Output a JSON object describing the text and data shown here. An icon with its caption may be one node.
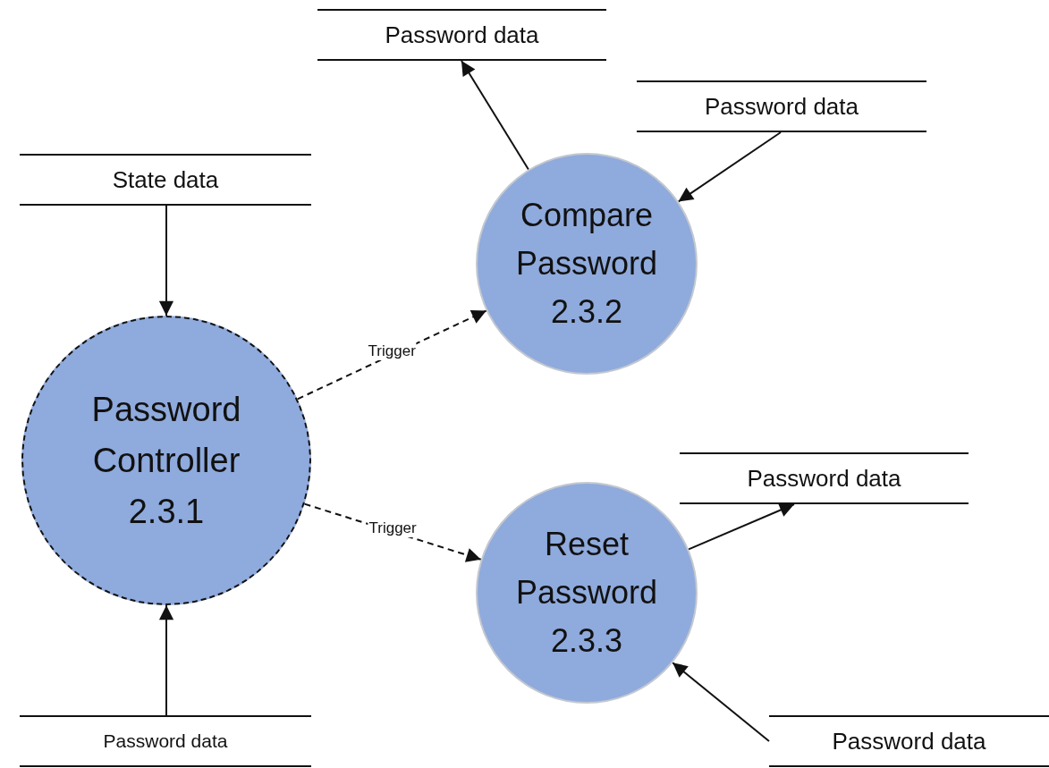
{
  "diagram": {
    "nodes": [
      {
        "text": [
          "State data"
        ]
      },
      {
        "text": [
          "Password Controller",
          "2.3.1"
        ]
      },
      {
        "text": [
          "Compare Password",
          "2.3.2"
        ]
      },
      {
        "text": [
          "Reset Password",
          "2.3.3"
        ]
      },
      {
        "text": [
          "Password data"
        ]
      },
      {
        "text": [
          "Password data"
        ]
      },
      {
        "text": [
          "Password data"
        ]
      },
      {
        "text": [
          "Password data"
        ]
      },
      {
        "text": [
          "Password data"
        ]
      }
    ],
    "edges": [
      {
        "from": 0,
        "to": 1,
        "arrow": "to"
      },
      {
        "from": 7,
        "to": 1,
        "arrow": "to"
      },
      {
        "from": 1,
        "to": 2,
        "arrow": "to",
        "label": "Trigger",
        "style": "dashed"
      },
      {
        "from": 1,
        "to": 3,
        "arrow": "to",
        "label": "Trigger",
        "style": "dashed"
      },
      {
        "from": 2,
        "to": 4,
        "arrow": "to"
      },
      {
        "from": 5,
        "to": 2,
        "arrow": "to"
      },
      {
        "from": 3,
        "to": 6,
        "arrow": "to"
      },
      {
        "from": 8,
        "to": 3,
        "arrow": "to"
      }
    ]
  }
}
